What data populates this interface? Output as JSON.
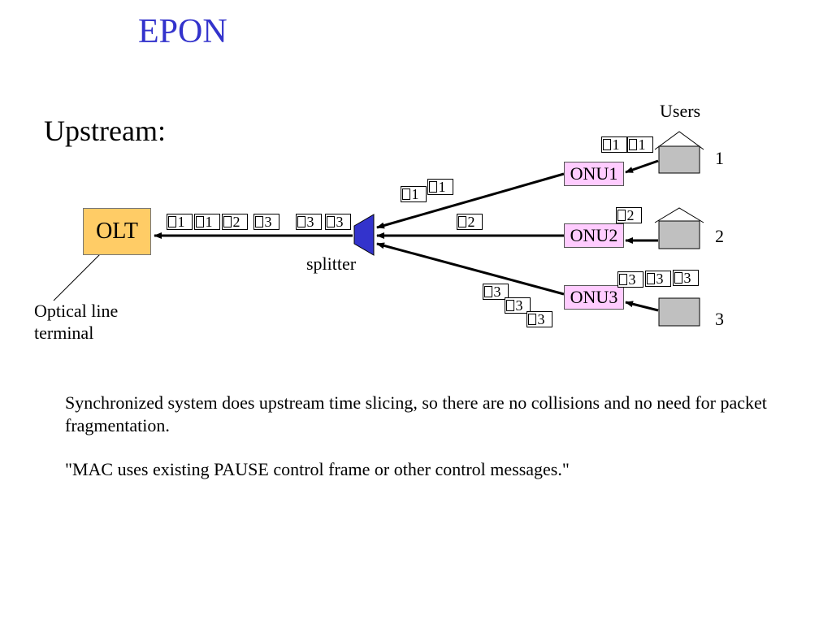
{
  "slide": {
    "title": "EPON",
    "subtitle": "Upstream:"
  },
  "diagram": {
    "olt_label": "OLT",
    "olt_caption_line1": "Optical line",
    "olt_caption_line2": "terminal",
    "splitter_label": "splitter",
    "users_label": "Users",
    "onus": [
      {
        "label": "ONU1",
        "user_number": "1"
      },
      {
        "label": "ONU2",
        "user_number": "2"
      },
      {
        "label": "ONU3",
        "user_number": "3"
      }
    ],
    "trunk_packets": [
      "1",
      "1",
      "2",
      "3",
      "3",
      "3"
    ],
    "onu1_packets": [
      "1",
      "1"
    ],
    "branch1_packets": [
      "1",
      "1"
    ],
    "onu2_packets": [
      "2"
    ],
    "branch2_packets": [
      "2"
    ],
    "onu3_packets": [
      "3",
      "3",
      "3"
    ],
    "branch3_packets": [
      "3",
      "3",
      "3"
    ],
    "colors": {
      "title": "#3333cc",
      "olt_fill": "#ffcc66",
      "onu_fill": "#ffccff",
      "splitter_fill": "#3333cc",
      "house_fill": "#c0c0c0"
    }
  },
  "body": {
    "paragraph1": "Synchronized system does upstream time slicing, so there are no collisions and no need for packet fragmentation.",
    "paragraph2": "\"MAC uses existing PAUSE control frame or other control messages.\""
  }
}
